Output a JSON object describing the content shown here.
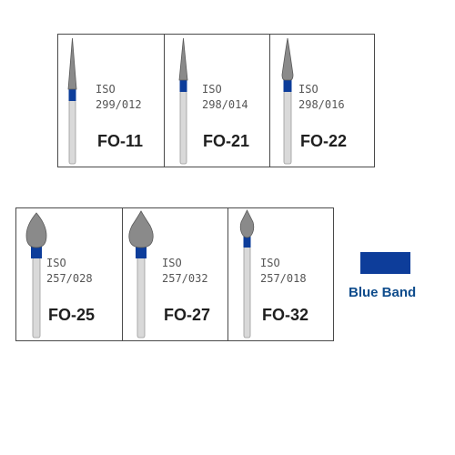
{
  "products": [
    {
      "code": "FO-11",
      "iso": "ISO",
      "size": "299/012",
      "shape": "needle-long"
    },
    {
      "code": "FO-21",
      "iso": "ISO",
      "size": "298/014",
      "shape": "needle"
    },
    {
      "code": "FO-22",
      "iso": "ISO",
      "size": "298/016",
      "shape": "flame-tall"
    },
    {
      "code": "FO-25",
      "iso": "ISO",
      "size": "257/028",
      "shape": "pear-large"
    },
    {
      "code": "FO-27",
      "iso": "ISO",
      "size": "257/032",
      "shape": "flame-large"
    },
    {
      "code": "FO-32",
      "iso": "ISO",
      "size": "257/018",
      "shape": "flame-small"
    }
  ],
  "legend": {
    "label": "Blue Band"
  },
  "colors": {
    "band": "#0d3d9a",
    "legend_text": "#0e4c8c",
    "shank": "#d9d9d9",
    "diamond": "#8a8a8a"
  }
}
